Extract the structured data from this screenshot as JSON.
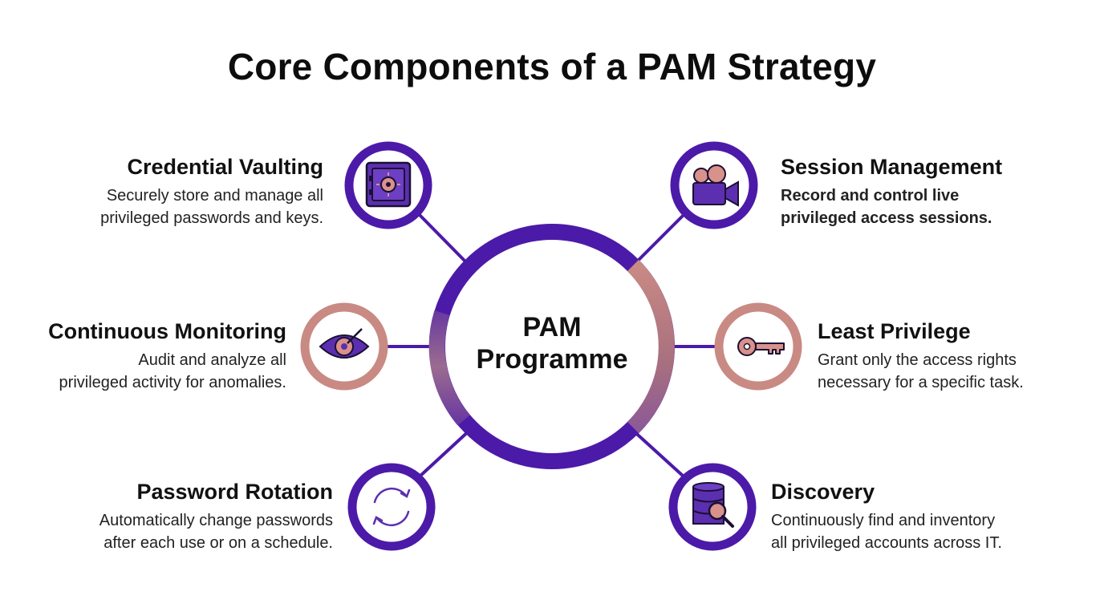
{
  "title": "Core Components of a PAM Strategy",
  "center": {
    "line1": "PAM",
    "line2": "Programme"
  },
  "colors": {
    "purple": "#4c1aa8",
    "rose": "#c98a84",
    "mauve": "#8d5a95",
    "icon_fill": "#5b2fb0",
    "icon_rose": "#d9918b"
  },
  "components": [
    {
      "id": "credential-vaulting",
      "title": "Credential Vaulting",
      "desc_line1": "Securely store and manage all",
      "desc_line2": "privileged passwords and keys.",
      "icon": "vault-icon"
    },
    {
      "id": "session-management",
      "title": "Session Management",
      "desc_line1": "Record and control live",
      "desc_line2": "privileged access sessions.",
      "icon": "video-camera-icon"
    },
    {
      "id": "continuous-monitoring",
      "title": "Continuous Monitoring",
      "desc_line1": "Audit and analyze all",
      "desc_line2": "privileged activity for anomalies.",
      "icon": "eye-icon"
    },
    {
      "id": "least-privilege",
      "title": "Least Privilege",
      "desc_line1": "Grant only the access rights",
      "desc_line2": "necessary for a specific task.",
      "icon": "key-icon"
    },
    {
      "id": "password-rotation",
      "title": "Password Rotation",
      "desc_line1": "Automatically change passwords",
      "desc_line2": "after each use or on a schedule.",
      "icon": "rotate-arrows-icon"
    },
    {
      "id": "discovery",
      "title": "Discovery",
      "desc_line1": "Continuously find and inventory",
      "desc_line2": "all privileged accounts across IT.",
      "icon": "database-search-icon"
    }
  ]
}
